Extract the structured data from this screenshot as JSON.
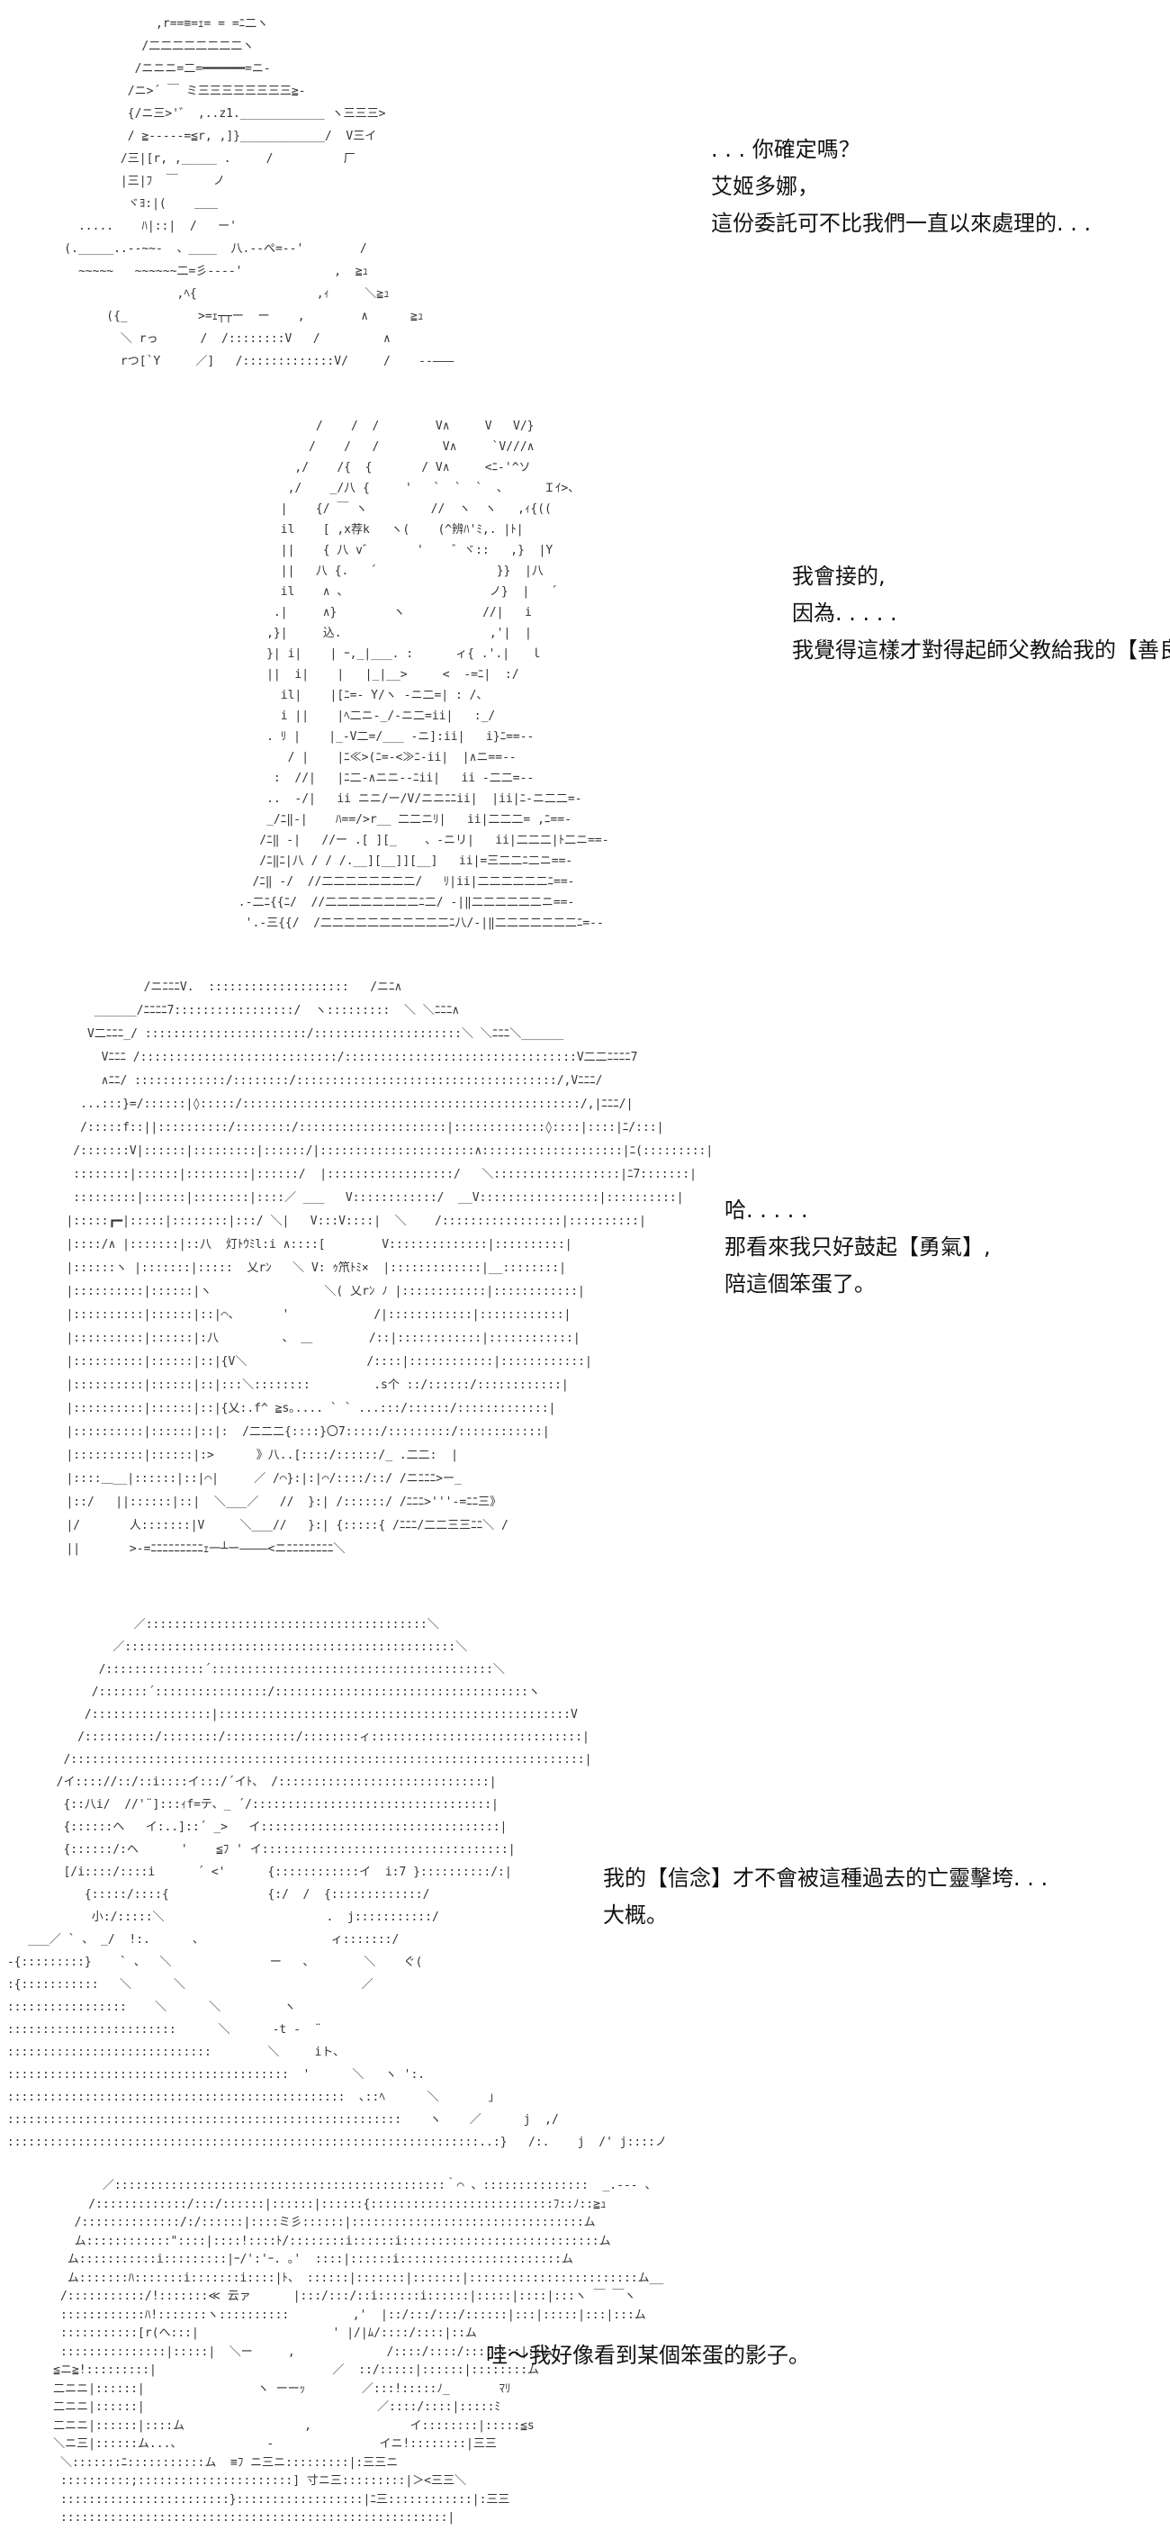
{
  "palette": {
    "background": "#ffffff",
    "text": "#111111",
    "art": "#333333"
  },
  "panels": [
    {
      "lines": [
        ". . . 你確定嗎？",
        "艾姬多娜，",
        "這份委託可不比我們一直以來處理的. . ."
      ],
      "art": [
        "                 ,r==≡=ｪ= = =ﾆ二ヽ",
        "               /二二二二二二二二ヽ",
        "              /ニニニ=二=━━━━━━=ニ-",
        "             /ニ>´ ￣ ミ三三三三三三三三≧-",
        "             {/ニ三>'゛ ,..z1.____________ ヽ三三三>",
        "             / ≧-----=≦r, ,]}____________/  V三イ",
        "            /三|[r, ,_____ .     /          厂",
        "            |三|ﾌ  ￣     ノ",
        "             ヾﾖ:|(    ＿＿",
        "      .....    ﾊ|::|  /   ー'",
        "    (._____..--~~-  、____  八.-‐ぺ=-‐'        /",
        "      ~~~~~   ~~~~~~二=彡----'             ,  ≧ｭ",
        "                    ,ﾍ{                 ,ｨ     ＼≧ｭ",
        "          ({_          >=ｪ┬┬ー  ー    ,        ∧      ≧ｭ",
        "            ＼ rっ      /  /::::::::V   /         ∧",
        "            rつ[`Y     ／]   /:::::::::::::V/     /    --―――"
      ]
    },
    {
      "lines": [
        "我會接的,",
        "因為. . . . .",
        "我覺得這樣才對得起師父教給我的【善良】。"
      ],
      "art": [
        "                  /    /  /        V∧     V   V/}",
        "                 /    /   /         V∧     `V///∧",
        "               ,/    /{  {       / V∧     <ﾆ-'^ソ",
        "              ,/    _/八 {     '   `  `  `  、     Ｉｲ>、",
        "             |    {/ ￣ ヽ         //  ヽ  ヽ   ,ｨ{((",
        "             il    [ ,x荐k   ヽ(    (^辨ﾊ'ﾐ,. |ﾄ|",
        "             ||    { 八 v゛      '    ゛ヾ::   ,}  |Y",
        "             ||   八 {.   ´                 }}  |八",
        "             il    ∧ 、                    ノ}  |   ´",
        "            .|     ∧}        ヽ           //|   i",
        "           ,}|     込.                     ,'|  |",
        "           }| i|    | ｰ,_|___. :      ィ{ .'.|   ｌ",
        "           ||  i|    |   |_|__>     <  -=ﾆ|  :/",
        "             il|    |[ﾆ=- Y/ヽ -ニ二=| : /、",
        "             i ||    |ﾍ二ニ-_/-ニ二=ii|   :_/",
        "           . ﾘ |    |_-V二=/___ -ニ]:ii|   i}ﾆ==--",
        "              / |    |ﾆ≪>(ﾆ=-<≫ﾆ-ii|  |∧ニ==--",
        "            :  //|   |ﾆ二-∧ニニ--ﾆii|   ii -二二=--",
        "           ..  -/|   ii ニニ/ー/V/ニニﾆﾆii|  |ii|ﾆ-ニ二二=-",
        "           _/ﾆ‖-|    ﾊ==/>r__ 二二ニﾘ|   ii|二二二= ,ﾆ==-",
        "          /ﾆ‖ -|   //ー .[ ][_    、-ニリ|   ii|二二二|ﾄ二ニ==-",
        "          /ﾆ‖ﾆ|八 / / /.__][__]][__]   ii|=三二二ﾆ二ニ==-",
        "         /ﾆ‖ -/  //二二二二二二二二/   ﾘ|ii|二二二二二二ﾆ==-",
        "       .-二ﾆ{{ﾆ/  //二二二二二二二二ﾆ二/ ‐|‖二二二二二二ニ==-",
        "        '.-三{{/  /二二二二二二二二二二二ﾆ八/-|‖二二二二二二二ﾆ=--"
      ]
    },
    {
      "lines": [
        "哈. . . . .",
        "那看來我只好鼓起【勇氣】,",
        "陪這個笨蛋了。"
      ],
      "art": [
        "              /ニﾆﾆﾆV.  ::::::::::::::::::::   /ニﾆ∧",
        "       ______/ﾆﾆﾆﾆ7:::::::::::::::::/  ヽ:::::::::  ＼ ＼ﾆﾆﾆ∧",
        "      V二ﾆﾆﾆ_/ :::::::::::::::::::::::/:::::::::::::::::::::＼ ＼ﾆﾆﾆ＼______",
        "        Vﾆﾆﾆ /::::::::::::::::::::::::::::/:::::::::::::::::::::::::::::::::V二二ﾆﾆﾆﾆ7",
        "        ∧ﾆﾆ/ :::::::::::::/::::::::/:::::::::::::::::::::::::::::::::::::/,Vﾆﾆﾆ/",
        "     ...:::}=/::::::|◊:::::/::::::::::::::::::::::::::::::::::::::::::::::::/,|ﾆﾆﾆ/|",
        "     /:::::f::||::::::::::/::::::::/:::::::::::::::::::::|:::::::::::::◊::::|::::|ﾆ/:::|",
        "    /:::::::V|::::::|:::::::::|::::::/|::::::::::::::::::::::∧::::::::::::::::::::|ﾆ(:::::::::|",
        "    ::::::::|::::::|:::::::::|::::::/  |::::::::::::::::::/   ＼::::::::::::::::::|ﾆ7:::::::|",
        "    :::::::::|::::::|::::::::|::::／ ___   V::::::::::::/  __V:::::::::::::::::|::::::::::|",
        "   |:::::┏━|:::::|::::::::|:::/ ＼|   V:::V::::|  ＼    /:::::::::::::::::|::::::::::|",
        "   |::::/∧ |:::::::|::八  灯ﾄｳﾐl:i ∧::::[        V::::::::::::::|::::::::::|",
        "   |::::::ヽ |:::::::|:::::  乂rﾝ   ＼ V: ｩ笊ﾄﾐ×  |:::::::::::::|__::::::::|",
        "   |::::::::::|::::::|ヽ                ＼( 乂rﾝ ﾉ |::::::::::::|::::::::::::|",
        "   |::::::::::|::::::|::|⌒、      '            /|::::::::::::|::::::::::::|",
        "   |::::::::::|::::::|:八         、 ＿        /::|::::::::::::|::::::::::::|",
        "   |::::::::::|::::::|::|{V＼                 /::::|::::::::::::|::::::::::::|",
        "   |::::::::::|::::::|::|:::＼::::::::         .s个 ::/::::::/::::::::::::|",
        "   |::::::::::|::::::|::|{乂:.f^ ≧s｡.... ` ` ...:::/::::::/:::::::::::::|",
        "   |::::::::::|::::::|::|:  /二二二{::::}〇7:::::/:::::::::/::::::::::::|",
        "   |::::::::::|::::::|:>      》八..[::::/::::::/_ .二二:  |",
        "   |::::＿__|::::::|::|⌒|     ／ /⌒}:|:|⌒/::::/::/ /ニﾆﾆﾆ>ー_",
        "   |::/   ||::::::|::|  ＼___／   //  }:| /::::::/ /ﾆﾆﾆ>'''-=ﾆﾆ三》",
        "   |/       人:::::::|V     ＼___//   }:| {:::::{ /ﾆﾆﾆ/二二三三ﾆﾆ＼ /",
        "   ||       >-=ﾆﾆﾆﾆﾆﾆﾆﾆﾆｪ一┴ー――――<ニﾆﾆﾆﾆﾆﾆﾆﾆ＼"
      ]
    },
    {
      "lines": [
        "我的【信念】才不會被這種過去的亡靈擊垮. . .",
        "大概。"
      ],
      "art": [
        "                   ／::::::::::::::::::::::::::::::::::::::::＼",
        "                ／:::::::::::::::::::::::::::::::::::::::::::::::＼",
        "              /::::::::::::::´::::::::::::::::::::::::::::::::::::::::＼",
        "             /:::::::´::::::::::::::::/::::::::::::::::::::::::::::::::::::ヽ",
        "            /:::::::::::::::::|::::::::::::::::::::::::::::::::::::::::::::::::::V",
        "           /::::::::::/::::::::/::::::::::/::::::::ィ::::::::::::::::::::::::::::::|",
        "         /:::::::::::::::::::::::::::::::::::::::::::::::::::::::::::::::::::::::::|",
        "        /イ:::://::/::i::::イ:::/´イﾄ、 /::::::::::::::::::::::::::::::|",
        "         {::八i/  //'¨]:::ｨf=テ、_ ´/::::::::::::::::::::::::::::::::::|",
        "         {::::::ヘ   イ:..]::´ _>   イ::::::::::::::::::::::::::::::::::|",
        "         {::::::/:ヘ      '    ≦ﾌ ' イ:::::::::::::::::::::::::::::::::::|",
        "         [/i::::/::::i      ´ <'      {::::::::::::イ  i:7 }::::::::::/:|",
        "            {:::::/::::{              {:/  /  {:::::::::::::/",
        "             小:/:::::＼                       .  j:::::::::::/",
        "    ___／ ` 、 _/  !:.      、                  ィ:::::::/",
        " -{:::::::::}    ` 、  ＼              ー   、       ＼    ぐ(",
        " :{:::::::::::   ＼      ＼                         ／",
        " :::::::::::::::::    ＼      ＼         ヽ",
        " ::::::::::::::::::::::::      ＼      -t -  ¨",
        " :::::::::::::::::::::::::::::        ＼     iト、",
        " ::::::::::::::::::::::::::::::::::::::::  '      ＼   ヽ ':.",
        " ::::::::::::::::::::::::::::::::::::::::::::::::  ､::ﾍ      ＼       ｣",
        " ::::::::::::::::::::::::::::::::::::::::::::::::::::::::    ヽ    ／      j  ,/",
        " :::::::::::::::::::::::::::::::::::::::::::::::::::::::::::::::::::..:}   /:.    j  /' j::::ノ"
      ]
    },
    {
      "lines": [
        "哇～我好像看到某個笨蛋的影子。"
      ],
      "art": [
        "            ／:::::::::::::::::::::::::::::::::::::::::::::::｀⌒ 、:::::::::::::::  _.--- 、",
        "          /:::::::::::::/:::/::::::|::::::|::::::{::::::::::::::::::::::::::ﾌ::ﾉ::≧ｭ",
        "        /::::::::::::::/:/::::::|::::ミ彡::::::|:::::::::::::::::::::::::::::::::ム",
        "        ム::::::::::::\"::::|::::!::::ﾄ/::::::::i::::::i::::::::::::::::::::::::::::ム",
        "       ム:::::::::::i:::::::::|ｰ/':'ｰ. ｡'  ::::|::::::i:::::::::::::::::::::::ム",
        "       ム:::::::ﾊ:::::::i:::::::i::::|ﾄ、 ::::::|:::::::|:::::::|::::::::::::::::::::::::ム__",
        "      /:::::::::::/!:::::::≪ 云ァ      |:::/:::/::i::::::i::::::|:::::|::::|:::ヽ ￣ ￣ヽ",
        "      ::::::::::::ﾊ!:::::::ヽ::::::::::         ,'  |::/:::/:::/::::::|:::|:::::|:::|:::ム",
        "      :::::::::::[r(ヘ:::|                   ' |/|ﾑ/::::/::::|::ム",
        "      :::::::::::::::|:::::|  ＼ー     ,             /::::/::::/::::::::|::ム",
        "     ≦ニ≧!:::::::::|                         ／  ::/:::::|::::::|::::::::ム",
        "     二ニニ|::::::|                ヽ ーーｯ        ／:::!:::::ﾉ_       ﾏﾘ",
        "     二ニニ|::::::|                                 ／::::/::::|:::::ﾐ",
        "     二ニニ|::::::|::::ム                 ,              イ::::::::|:::::≦s",
        "     ＼ニ三|::::::ム...、            -               イニ!::::::::|三三",
        "      ＼:::::::ﾆ:::::::::::ム  ≡ﾌ ニ三ニ:::::::::|:三三ニ",
        "      ::::::::::;::::::::::::::::::::::] 寸ニ三:::::::::|＞<三三＼",
        "      ::::::::::::::::::::::::}::::::::::::::::::|ﾆ三::::::::::::|:三三",
        "      :::::::::::::::::::::::::::::::::::::::::::::::::::::::|"
      ]
    }
  ]
}
